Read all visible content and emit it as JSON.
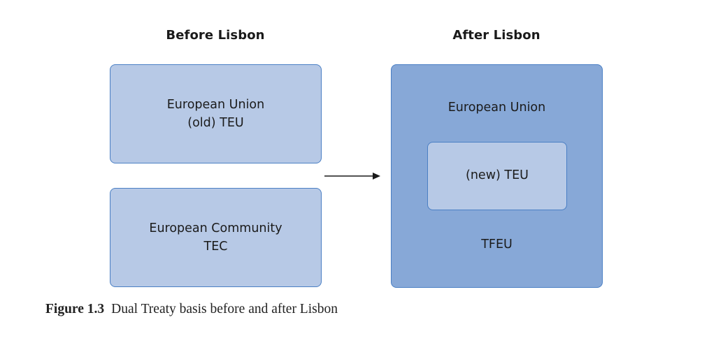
{
  "headers": {
    "before": "Before Lisbon",
    "after": "After Lisbon"
  },
  "before": {
    "eu_box": {
      "line1": "European Union",
      "line2": "(old) TEU"
    },
    "ec_box": {
      "line1": "European Community",
      "line2": "TEC"
    }
  },
  "after": {
    "outer_label": "European Union",
    "inner_label": "(new) TEU",
    "bottom_label": "TFEU"
  },
  "caption": {
    "number": "Figure 1.3",
    "text": "Dual Treaty basis before and after Lisbon"
  },
  "colors": {
    "light_box": "#b7c9e6",
    "dark_box": "#87a8d7",
    "border": "#4a7fc4"
  }
}
